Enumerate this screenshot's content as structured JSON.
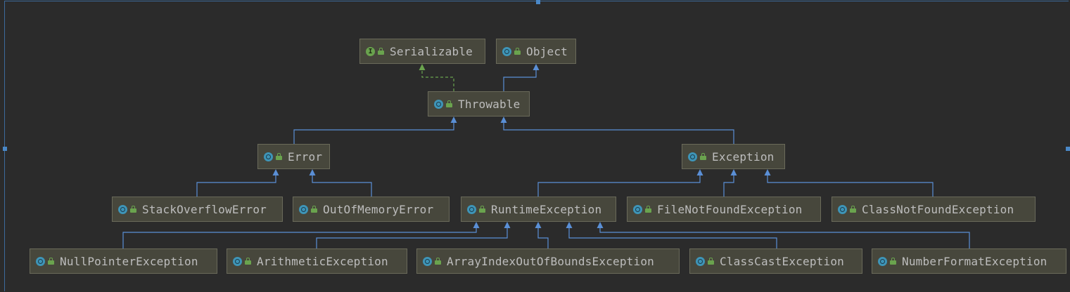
{
  "diagram": {
    "nodes": [
      {
        "id": "serializable",
        "label": "Serializable",
        "kind": "interface"
      },
      {
        "id": "object",
        "label": "Object",
        "kind": "class"
      },
      {
        "id": "throwable",
        "label": "Throwable",
        "kind": "class"
      },
      {
        "id": "error",
        "label": "Error",
        "kind": "class"
      },
      {
        "id": "exception",
        "label": "Exception",
        "kind": "class"
      },
      {
        "id": "stackoverflowerror",
        "label": "StackOverflowError",
        "kind": "class"
      },
      {
        "id": "outofmemoryerror",
        "label": "OutOfMemoryError",
        "kind": "class"
      },
      {
        "id": "runtimeexception",
        "label": "RuntimeException",
        "kind": "class"
      },
      {
        "id": "filenotfoundexception",
        "label": "FileNotFoundException",
        "kind": "class"
      },
      {
        "id": "classnotfoundexception",
        "label": "ClassNotFoundException",
        "kind": "class"
      },
      {
        "id": "nullpointerexception",
        "label": "NullPointerException",
        "kind": "class"
      },
      {
        "id": "arithmeticexception",
        "label": "ArithmeticException",
        "kind": "class"
      },
      {
        "id": "arrayindexoutofboundsexception",
        "label": "ArrayIndexOutOfBoundsException",
        "kind": "class"
      },
      {
        "id": "classcastexception",
        "label": "ClassCastException",
        "kind": "class"
      },
      {
        "id": "numberformatexception",
        "label": "NumberFormatException",
        "kind": "class"
      }
    ],
    "edges": [
      {
        "from": "throwable",
        "to": "serializable",
        "type": "implements"
      },
      {
        "from": "throwable",
        "to": "object",
        "type": "extends"
      },
      {
        "from": "error",
        "to": "throwable",
        "type": "extends"
      },
      {
        "from": "exception",
        "to": "throwable",
        "type": "extends"
      },
      {
        "from": "stackoverflowerror",
        "to": "error",
        "type": "extends"
      },
      {
        "from": "outofmemoryerror",
        "to": "error",
        "type": "extends"
      },
      {
        "from": "runtimeexception",
        "to": "exception",
        "type": "extends"
      },
      {
        "from": "filenotfoundexception",
        "to": "exception",
        "type": "extends"
      },
      {
        "from": "classnotfoundexception",
        "to": "exception",
        "type": "extends"
      },
      {
        "from": "nullpointerexception",
        "to": "runtimeexception",
        "type": "extends"
      },
      {
        "from": "arithmeticexception",
        "to": "runtimeexception",
        "type": "extends"
      },
      {
        "from": "arrayindexoutofboundsexception",
        "to": "runtimeexception",
        "type": "extends"
      },
      {
        "from": "classcastexception",
        "to": "runtimeexception",
        "type": "extends"
      },
      {
        "from": "numberformatexception",
        "to": "runtimeexception",
        "type": "extends"
      }
    ],
    "colors": {
      "background": "#2b2b2b",
      "node_fill": "#47473c",
      "node_border": "#6a6a5a",
      "node_text": "#bdbdbd",
      "extends_edge": "#5a8fd6",
      "implements_edge": "#6aa34e",
      "class_icon": "#3e95b8",
      "interface_icon": "#6aa34e"
    }
  }
}
